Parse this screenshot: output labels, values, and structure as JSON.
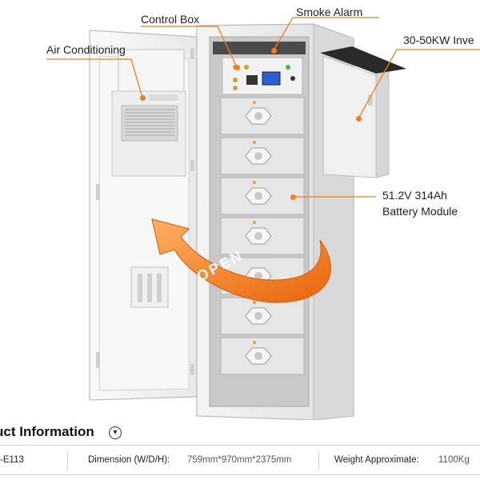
{
  "callouts": {
    "control_box": "Control Box",
    "smoke_alarm": "Smoke Alarm",
    "air_conditioning": "Air Conditioning",
    "inverter": "30-50KW Inve",
    "battery_line1": "51.2V 314Ah",
    "battery_line2": "Battery Module"
  },
  "open_arrow_text": "OPEN",
  "product_info": {
    "title": "uct Information",
    "toggle_icon": "chevron-down-circle",
    "model_fragment": "-E113",
    "dimension_label": "Dimension (W/D/H):",
    "dimension_value": "759mm*970mm*2375mm",
    "weight_label": "Weight Approximate:",
    "weight_value": "1100Kg"
  },
  "colors": {
    "accent": "#f07d1a",
    "cabinet": "#eeeeee",
    "module": "#e4e4e4"
  }
}
